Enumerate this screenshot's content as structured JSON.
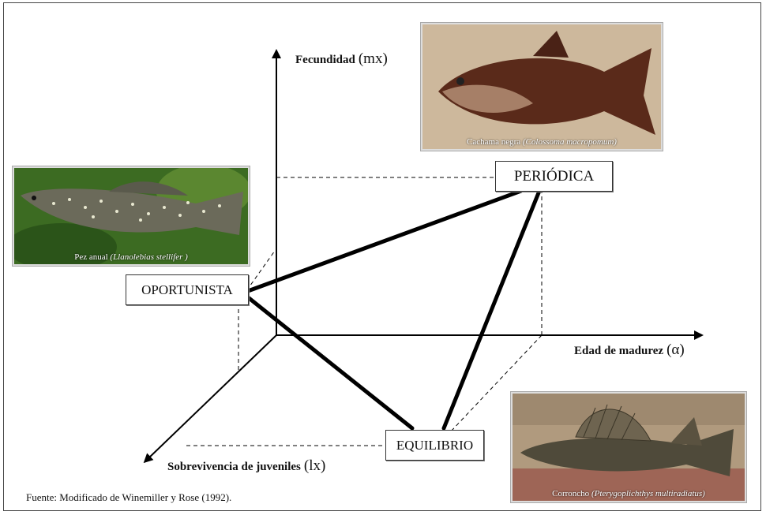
{
  "axes": {
    "y_label": "Fecundidad",
    "y_symbol": "(mx)",
    "x_label": "Edad de madurez",
    "x_symbol": "(α)",
    "z_label": "Sobrevivencia de juveniles",
    "z_symbol": "(lx)"
  },
  "strategies": {
    "opportunistic": "OPORTUNISTA",
    "periodic": "PERIÓDICA",
    "equilibrium": "EQUILIBRIO"
  },
  "photos": {
    "top": {
      "common": "Cachama negra",
      "scientific": "(Colossoma macropomum)"
    },
    "left": {
      "common": "Pez anual",
      "scientific": "(Llanolebias stellifer )"
    },
    "bottom": {
      "common": "Corroncho",
      "scientific": "(Pterygoplichthys multiradiatus)"
    }
  },
  "source": "Fuente: Modificado de Winemiller y Rose (1992).",
  "colors": {
    "line": "#000000",
    "box_border": "#333333"
  }
}
